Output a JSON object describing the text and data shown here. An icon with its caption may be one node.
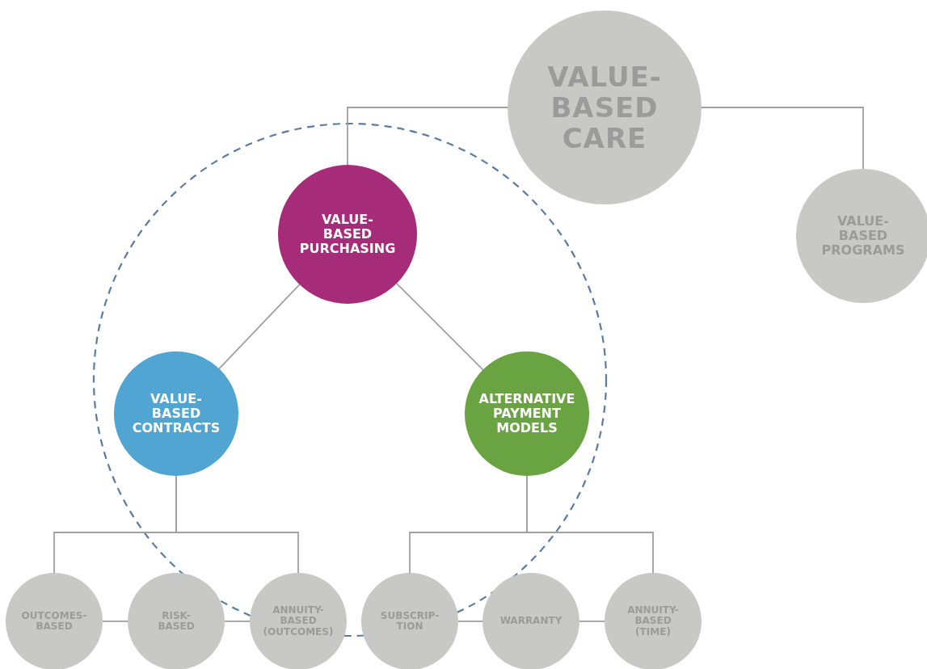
{
  "diagram": {
    "nodes": [
      {
        "text": [
          "VALUE- BASED CARE"
        ]
      },
      {
        "text": [
          "VALUE- BASED PURCHASING"
        ]
      },
      {
        "text": [
          "VALUE- BASED PROGRAMS"
        ]
      },
      {
        "text": [
          "VALUE- BASED CONTRACTS"
        ]
      },
      {
        "text": [
          "ALTERNATIVE PAYMENT MODELS"
        ]
      },
      {
        "text": [
          "OUTCOMES- BASED"
        ]
      },
      {
        "text": [
          "RISK- BASED"
        ]
      },
      {
        "text": [
          "ANNUITY- BASED (OUTCOMES)"
        ]
      },
      {
        "text": [
          "SUBSCRIP- TION"
        ]
      },
      {
        "text": [
          "WARRANTY"
        ]
      },
      {
        "text": [
          "ANNUITY- BASED (TIME)"
        ]
      }
    ],
    "edges": [
      {
        "from": 0,
        "to": 1,
        "arrow": "none"
      },
      {
        "from": 0,
        "to": 2,
        "arrow": "none"
      },
      {
        "from": 1,
        "to": 3,
        "arrow": "none"
      },
      {
        "from": 1,
        "to": 4,
        "arrow": "none"
      },
      {
        "from": 3,
        "to": 5,
        "arrow": "none"
      },
      {
        "from": 3,
        "to": 7,
        "arrow": "none"
      },
      {
        "from": 4,
        "to": 8,
        "arrow": "none"
      },
      {
        "from": 4,
        "to": 10,
        "arrow": "none"
      },
      {
        "from": 5,
        "to": 6,
        "arrow": "none"
      },
      {
        "from": 6,
        "to": 7,
        "arrow": "none"
      },
      {
        "from": 8,
        "to": 9,
        "arrow": "none"
      },
      {
        "from": 9,
        "to": 10,
        "arrow": "none"
      }
    ]
  }
}
